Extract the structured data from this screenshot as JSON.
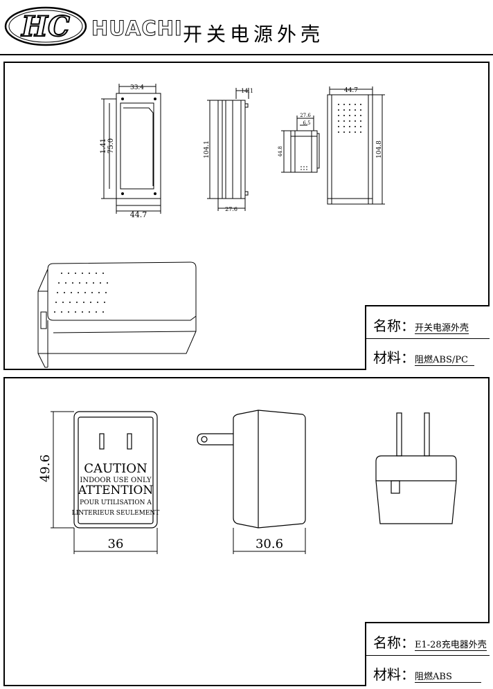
{
  "header": {
    "logo_text": "HC",
    "brand": "HUACHI",
    "title": "开关电源外壳"
  },
  "panel1": {
    "dims": {
      "front_width_top": "33.4",
      "front_width_bottom": "44.7",
      "front_h1": "1.41",
      "front_h2": "75.0",
      "side_top": "14.1",
      "side_height": "104.1",
      "side_bottom": "27.6",
      "small_w": "27.6",
      "small_w2": "6.5",
      "small_h": "44.8",
      "back_width": "44.7",
      "back_height": "104.8"
    },
    "info": {
      "name_label": "名称：",
      "name_value": "开关电源外壳",
      "material_label": "材料：",
      "material_value": "阻燃ABS/PC"
    }
  },
  "panel2": {
    "dims": {
      "height": "49.6",
      "width": "36",
      "depth": "30.6"
    },
    "label": {
      "caution": "CAUTION",
      "indoor": "INDOOR USE ONLY",
      "attention": "ATTENTION",
      "pour": "POUR UTILISATION A",
      "linterieur": "LINTERIEUR SEULEMENT"
    },
    "info": {
      "name_label": "名称：",
      "name_value": "E1-28充电器外壳",
      "material_label": "材料：",
      "material_value": "阻燃ABS"
    }
  }
}
